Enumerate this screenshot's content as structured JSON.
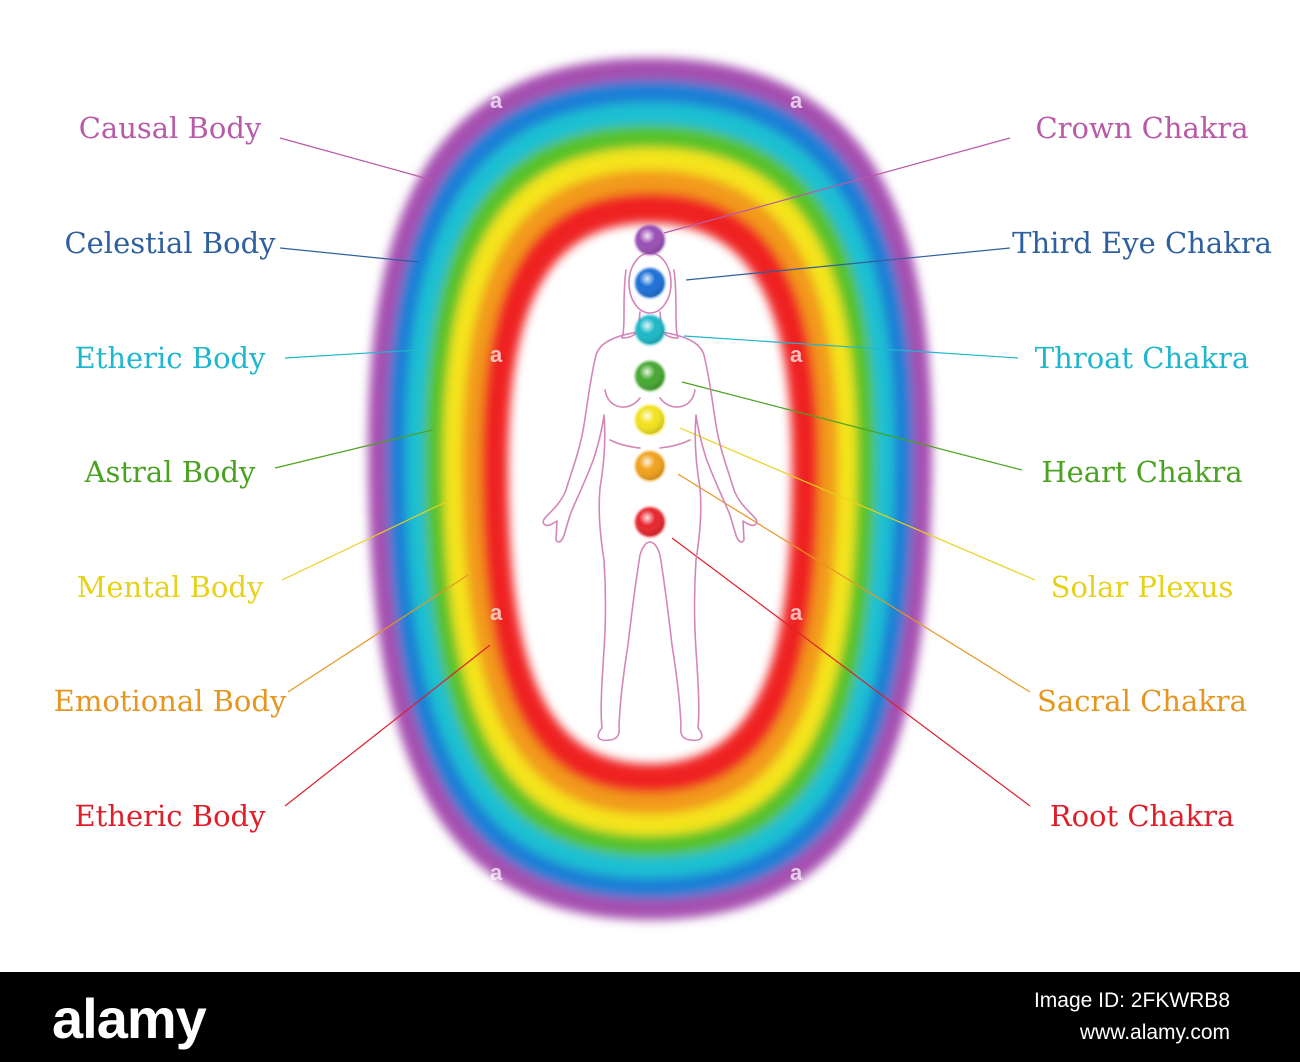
{
  "left_labels": [
    {
      "text": "Causal Body",
      "color": "#b85aa8"
    },
    {
      "text": "Celestial Body",
      "color": "#2e5f9e"
    },
    {
      "text": "Etheric Body",
      "color": "#1fb6cf"
    },
    {
      "text": "Astral Body",
      "color": "#4aa320"
    },
    {
      "text": "Mental Body",
      "color": "#e7d21a"
    },
    {
      "text": "Emotional Body",
      "color": "#e6961f"
    },
    {
      "text": "Etheric Body",
      "color": "#de1f2a"
    }
  ],
  "right_labels": [
    {
      "text": "Crown Chakra",
      "color": "#b85aa8"
    },
    {
      "text": "Third Eye Chakra",
      "color": "#2e5f9e"
    },
    {
      "text": "Throat Chakra",
      "color": "#1fb6cf"
    },
    {
      "text": "Heart Chakra",
      "color": "#4aa320"
    },
    {
      "text": "Solar Plexus",
      "color": "#e7d21a"
    },
    {
      "text": "Sacral Chakra",
      "color": "#e6961f"
    },
    {
      "text": "Root Chakra",
      "color": "#de1f2a"
    }
  ],
  "aura_colors": [
    "#a54fb0",
    "#1f7fd6",
    "#1cc0d2",
    "#57c22a",
    "#f4e41c",
    "#f29a1a",
    "#ef2424"
  ],
  "chakra_colors": [
    "#9a4fb5",
    "#1f6fd6",
    "#1cb8c8",
    "#46a832",
    "#f2e21e",
    "#f0a21e",
    "#e8262e"
  ],
  "figure_color": "#d486b8",
  "footer": {
    "logo": "alamy",
    "image_id": "Image ID: 2FKWRB8",
    "site": "www.alamy.com"
  }
}
